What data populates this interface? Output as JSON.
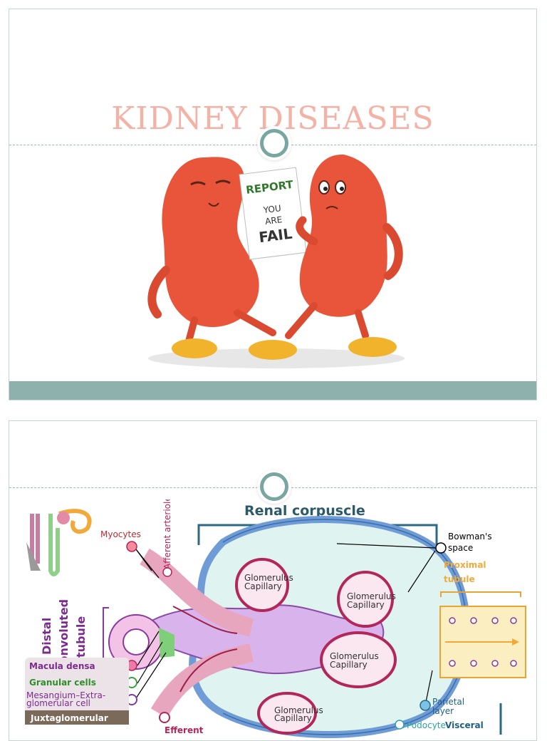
{
  "slide1": {
    "title": "KIDNEY DISEASES",
    "report": {
      "header": "REPORT",
      "line1": "YOU",
      "line2": "ARE",
      "line3": "FAIL"
    },
    "colors": {
      "title": "#f4b1a6",
      "band": "#8fb1ae",
      "kidney": "#e8553a"
    }
  },
  "slide2": {
    "heading": "Renal corpuscle",
    "labels": {
      "myocytes": "Myocytes",
      "afferent": "Afferent arteriole",
      "bowman1": "Bowman's",
      "bowman2": "space",
      "proximal1": "Proximal",
      "proximal2": "tubule",
      "distal1": "Distal",
      "distal2": "convoluted",
      "distal3": "tubule",
      "macula": "Macula densa",
      "granular": "Granular cells",
      "mesangium1": "Mesangium–Extra-",
      "mesangium2": "glomerular cell",
      "juxta": "Juxtaglomerular",
      "efferent": "Efferent",
      "cap1a": "Glomerulus",
      "cap1b": "Capillary",
      "cap2a": "Glomerulus",
      "cap2b": "Capillary",
      "cap3a": "Glomerulus",
      "cap3b": "Capillary",
      "cap4a": "Glomerulus",
      "cap4b": "Capillary",
      "parietal1": "Parietal",
      "parietal2": "layer",
      "podocyte": "Podocyte",
      "visceral": "Visceral"
    }
  }
}
